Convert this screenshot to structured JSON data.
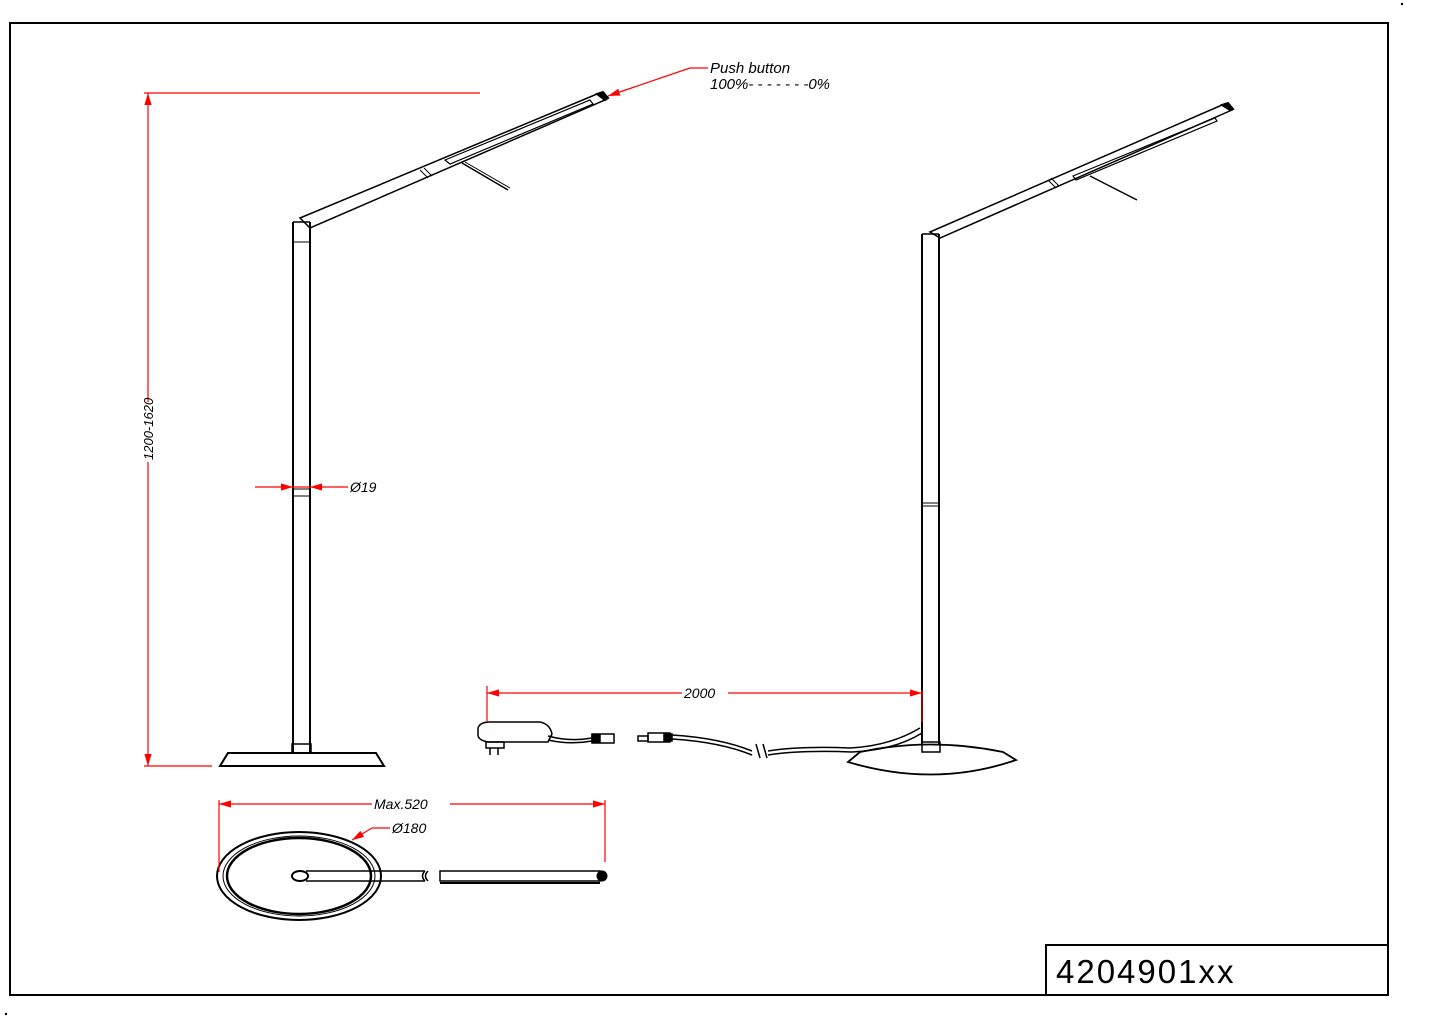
{
  "sheet": {
    "part_number": "4204901xx",
    "frame_color": "#000000",
    "dimension_color": "#ff0000"
  },
  "annotations": {
    "push_button_label": "Push button",
    "dimmer_range": "100%- - - - - - -0%",
    "height_range": "1200-1620",
    "pole_diameter": "Ø19",
    "cable_length": "2000",
    "max_reach": "Max.520",
    "base_diameter": "Ø180"
  },
  "views": [
    {
      "name": "side-elevation",
      "description": "Floor lamp side view with height dimension"
    },
    {
      "name": "perspective-with-cable",
      "description": "Floor lamp with power adapter and cable"
    },
    {
      "name": "top-view",
      "description": "Plan view showing base and arm reach"
    }
  ]
}
